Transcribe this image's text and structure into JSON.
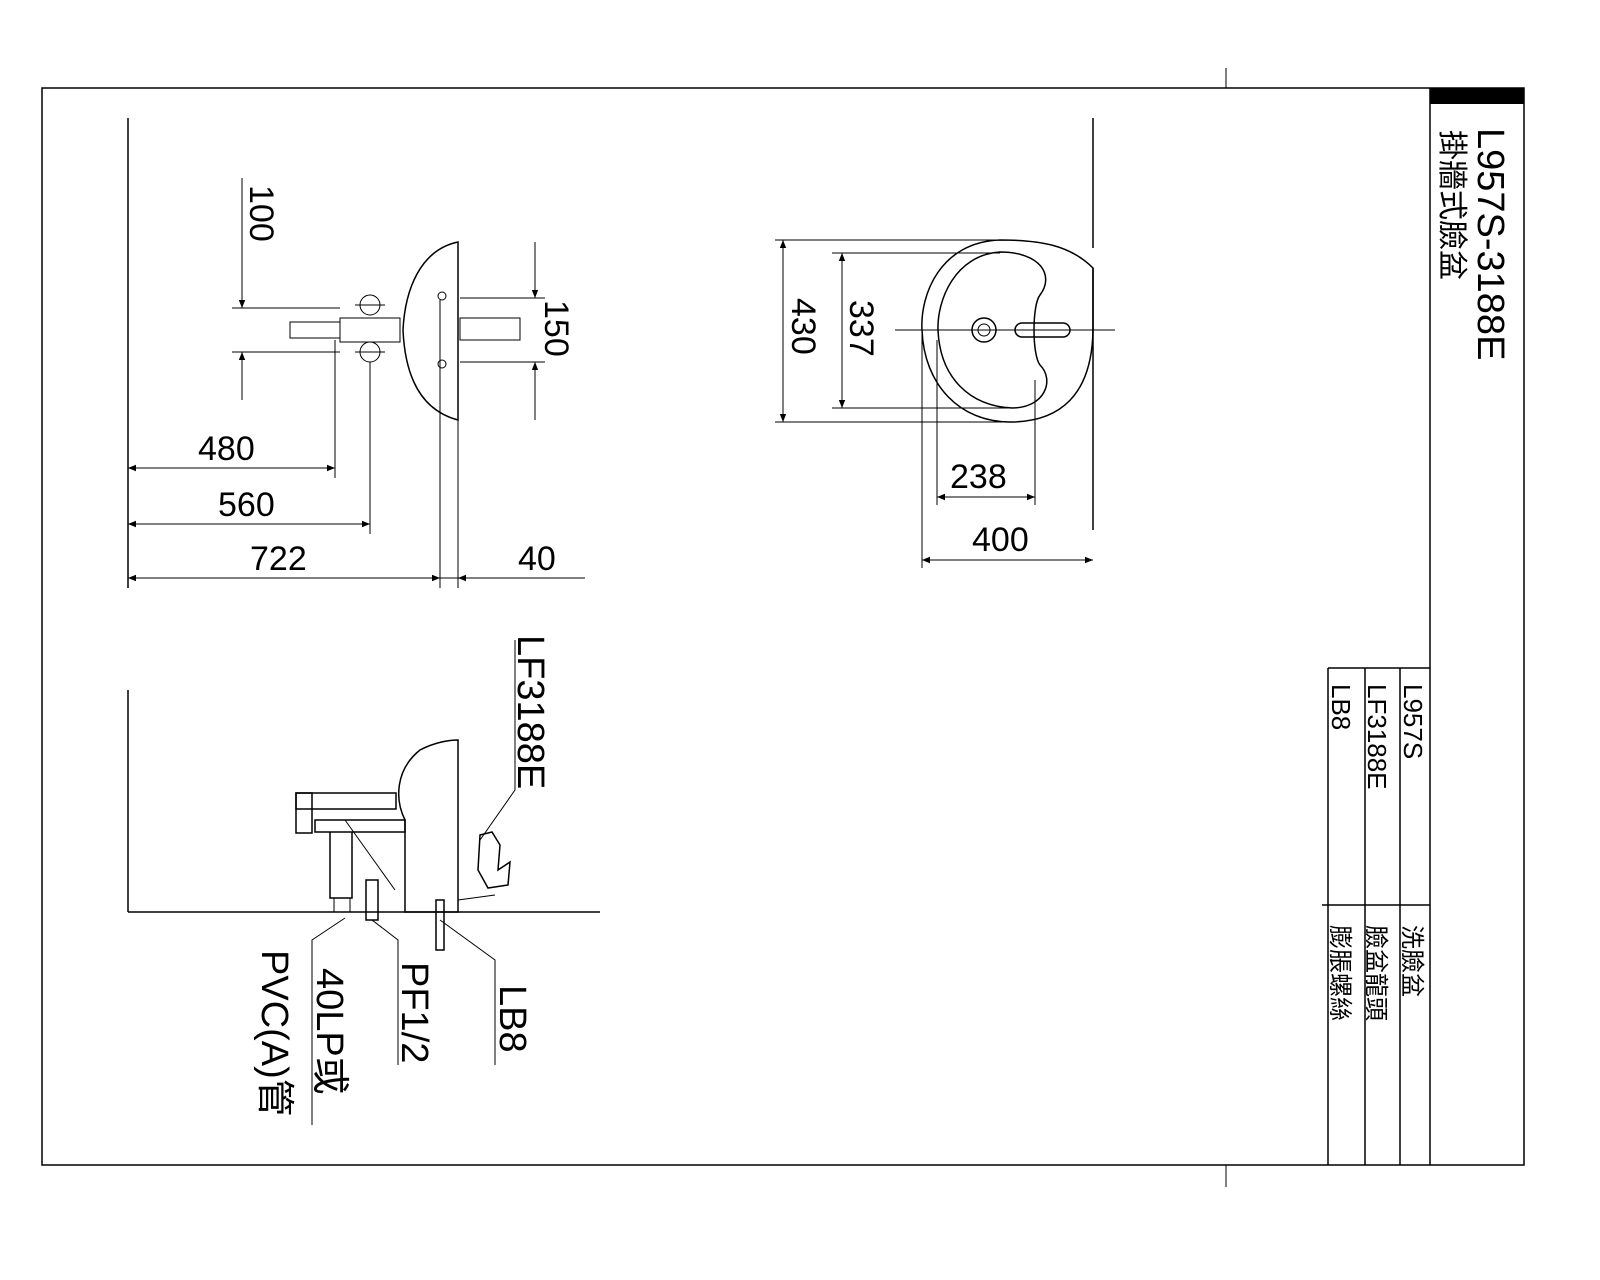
{
  "title_block": {
    "model": "L957S-3188E",
    "description": "掛牆式臉盆"
  },
  "parts_table": [
    {
      "code": "L957S",
      "name": "洗臉盆"
    },
    {
      "code": "LF3188E",
      "name": "臉盆龍頭"
    },
    {
      "code": "LB8",
      "name": "膨脹螺絲"
    }
  ],
  "side_view_dimensions": {
    "d100": "100",
    "d150": "150",
    "d480": "480",
    "d560": "560",
    "d722": "722",
    "d40": "40"
  },
  "top_view_dimensions": {
    "d430": "430",
    "d337": "337",
    "d238": "238",
    "d400": "400"
  },
  "installation_labels": {
    "faucet": "LF3188E",
    "supply": "PF1/2",
    "bolt": "LB8",
    "drain_line1": "40LP或",
    "drain_line2": "PVC(A)管"
  }
}
